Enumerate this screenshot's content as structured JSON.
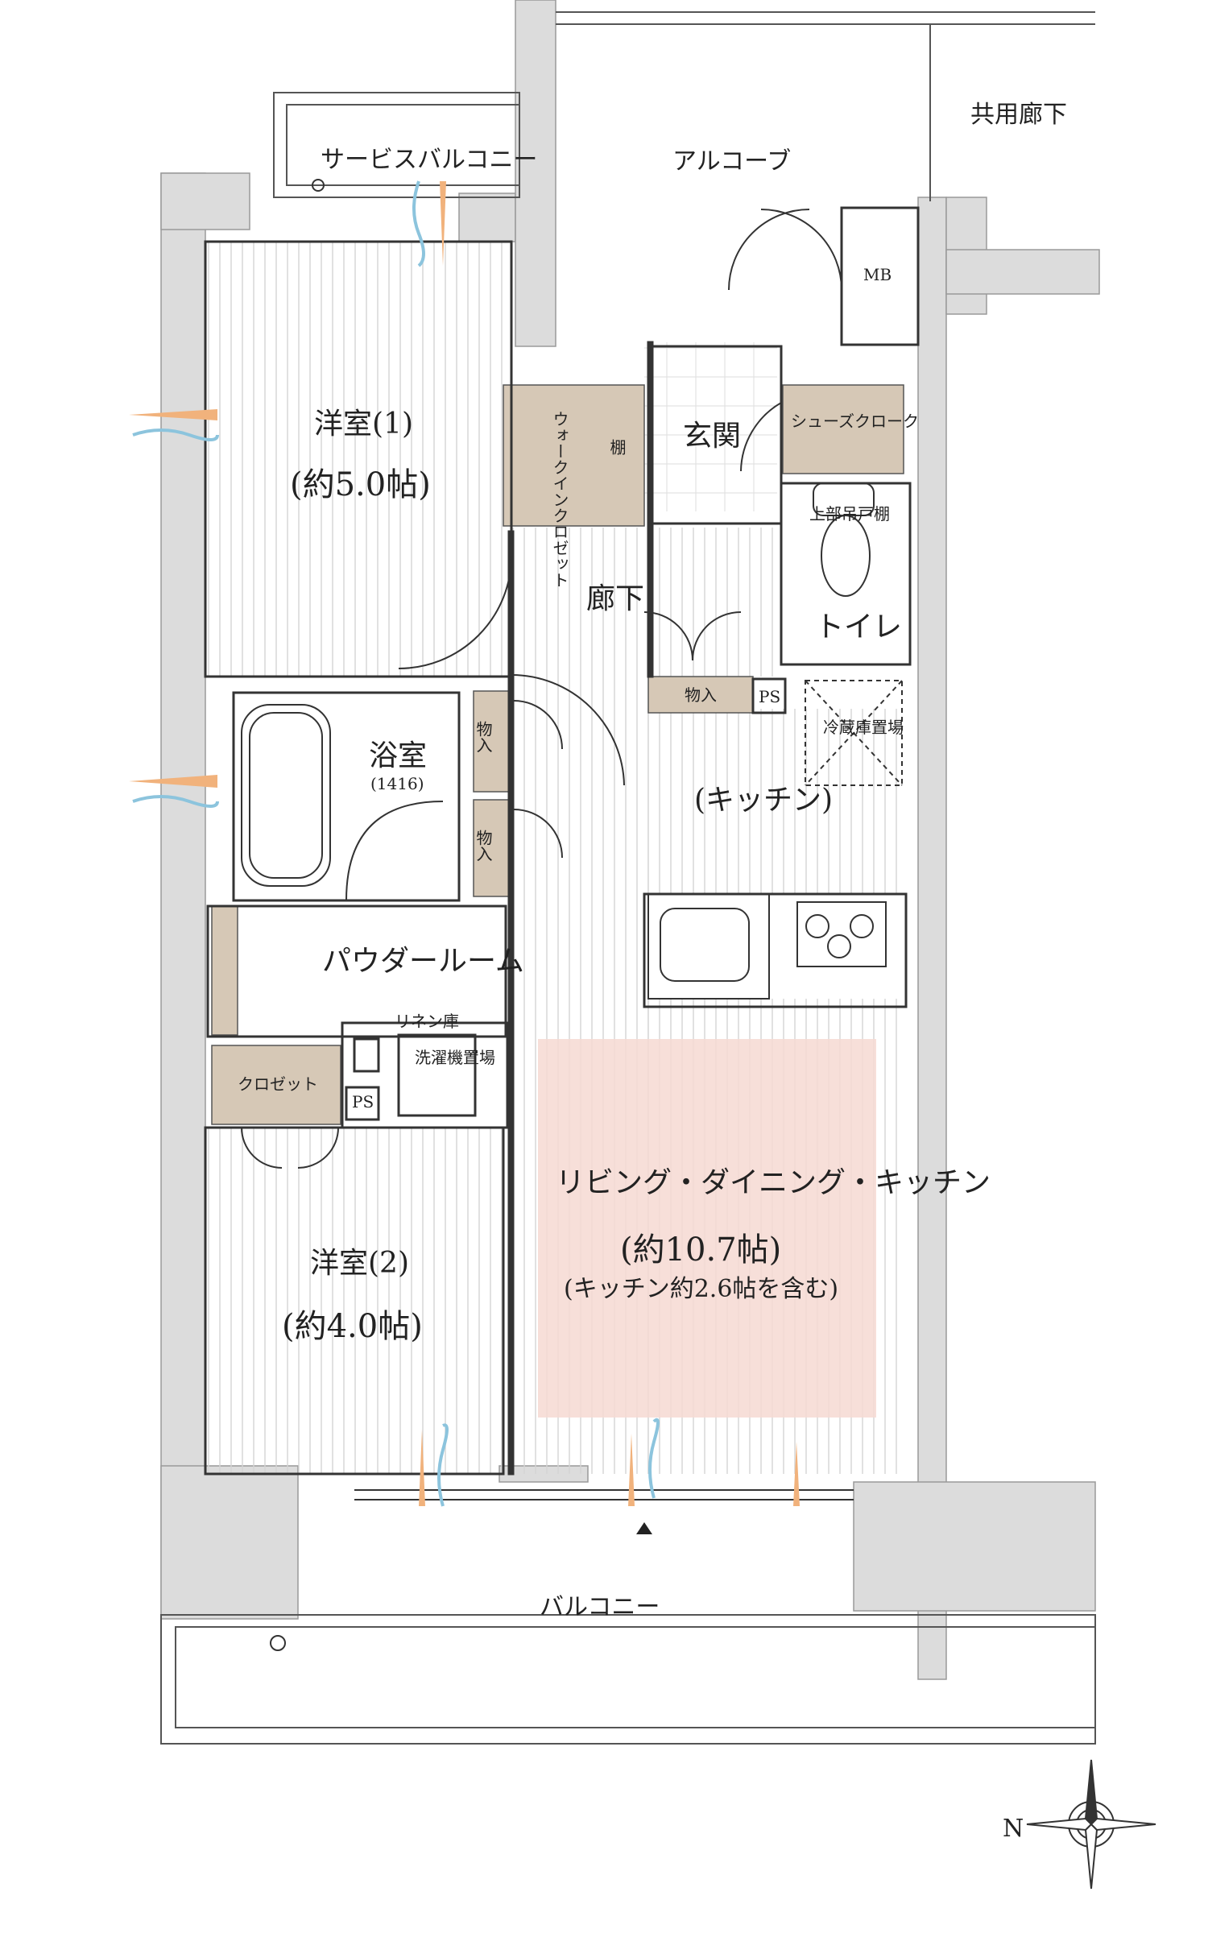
{
  "colors": {
    "wall": "#dcdcdc",
    "wall_edge": "#9a9a9a",
    "floor_line": "#cfcfcf",
    "storage": "#d6c8b6",
    "ldk_highlight": "#f6d9d2",
    "line": "#333333",
    "arrow_orange": "#f1b27c",
    "arrow_blue": "#8cc4dd"
  },
  "rooms": {
    "service_balcony": "サービスバルコニー",
    "alcove": "アルコーブ",
    "common_corridor": "共用廊下",
    "mb": "MB",
    "western1_name": "洋室(1)",
    "western1_size": "(約5.0帖)",
    "walkin_closet": "ウォークインクロゼット",
    "shelf": "棚",
    "entrance": "玄関",
    "shoes_cloak": "シューズクローク",
    "upper_shelf": "上部吊戸棚",
    "toilet": "トイレ",
    "hallway": "廊下",
    "storage1": "物入",
    "storage2": "物入",
    "storage3": "物入",
    "ps1": "PS",
    "ps2": "PS",
    "fridge": "冷蔵庫置場",
    "bathroom": "浴室",
    "bath_size": "(1416)",
    "kitchen": "(キッチン)",
    "powder_room": "パウダールーム",
    "linen": "リネン庫",
    "washer": "洗濯機置場",
    "closet": "クロゼット",
    "ldk": "リビング・ダイニング・キッチン",
    "ldk_size": "(約10.7帖)",
    "ldk_note": "(キッチン約2.6帖を含む)",
    "western2_name": "洋室(2)",
    "western2_size": "(約4.0帖)",
    "balcony": "バルコニー"
  },
  "compass": {
    "north_label": "N"
  }
}
